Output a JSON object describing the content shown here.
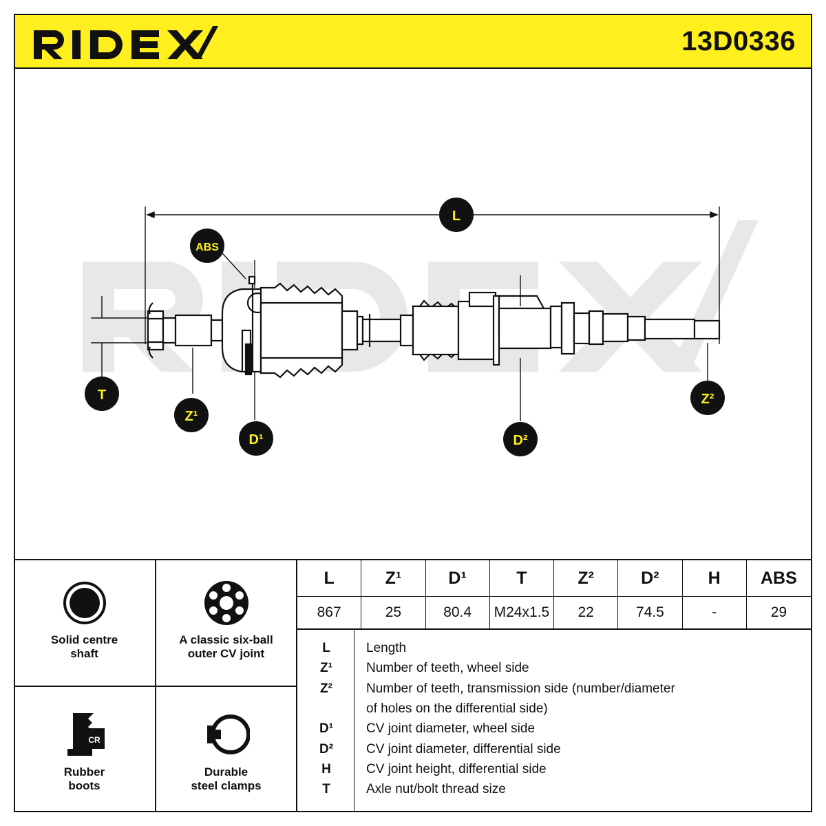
{
  "header": {
    "brand": "RIDEX",
    "part_number": "13D0336"
  },
  "drawing": {
    "watermark": "RIDEX",
    "callouts": {
      "L": "L",
      "ABS": "ABS",
      "T": "T",
      "Z1": "Z¹",
      "D1": "D¹",
      "D2": "D²",
      "Z2": "Z²"
    }
  },
  "features": [
    {
      "label_line1": "Solid centre",
      "label_line2": "shaft",
      "icon": "solid-shaft-icon"
    },
    {
      "label_line1": "A classic six-ball",
      "label_line2": "outer CV joint",
      "icon": "six-ball-joint-icon"
    },
    {
      "label_line1": "Rubber",
      "label_line2": "boots",
      "icon": "rubber-boot-icon",
      "badge": "CR"
    },
    {
      "label_line1": "Durable",
      "label_line2": "steel clamps",
      "icon": "steel-clamp-icon"
    }
  ],
  "spec_table": {
    "headers": [
      "L",
      "Z¹",
      "D¹",
      "T",
      "Z²",
      "D²",
      "H",
      "ABS"
    ],
    "values": [
      "867",
      "25",
      "80.4",
      "M24x1.5",
      "22",
      "74.5",
      "-",
      "29"
    ]
  },
  "legend": [
    {
      "symbol": "L",
      "text": "Length"
    },
    {
      "symbol": "Z¹",
      "text": "Number of teeth, wheel side"
    },
    {
      "symbol": "Z²",
      "text": "Number of teeth, transmission side (number/diameter"
    },
    {
      "symbol": "",
      "text": "of holes on the differential side)"
    },
    {
      "symbol": "D¹",
      "text": "CV joint diameter, wheel side"
    },
    {
      "symbol": "D²",
      "text": "CV joint diameter, differential side"
    },
    {
      "symbol": "H",
      "text": "CV joint height, differential side"
    },
    {
      "symbol": "T",
      "text": "Axle nut/bolt thread size"
    }
  ],
  "colors": {
    "accent_yellow": "#ffef1e",
    "callout_fill": "#111111",
    "watermark_gray": "#e9e9e9"
  }
}
